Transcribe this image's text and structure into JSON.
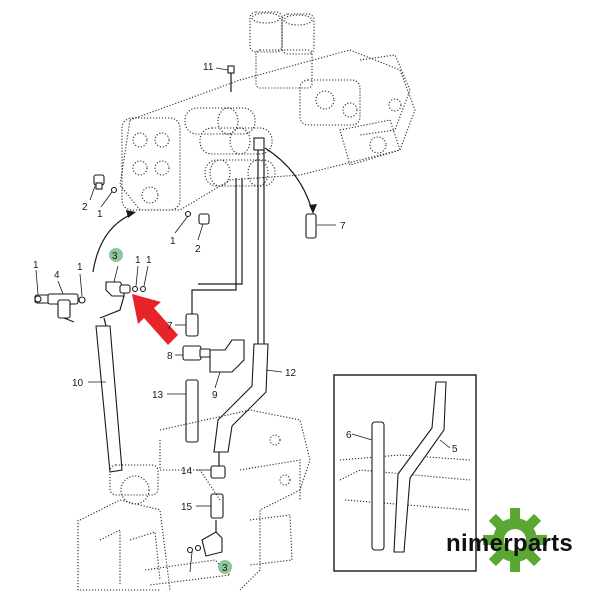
{
  "callouts": {
    "c1a": "1",
    "c1b": "1",
    "c1c": "1",
    "c1d": "1",
    "c1e": "1",
    "c1f": "1",
    "c2a": "2",
    "c2b": "2",
    "c3a": "3",
    "c3b": "3",
    "c4": "4",
    "c5": "5",
    "c6": "6",
    "c7a": "7",
    "c7b": "7",
    "c8": "8",
    "c9": "9",
    "c10": "10",
    "c11": "11",
    "c12": "12",
    "c13": "13",
    "c14": "14",
    "c15": "15"
  },
  "brand": {
    "name": "nimerparts"
  },
  "colors": {
    "highlight_arrow": "#e8232a",
    "badge": "#8fc79a",
    "gear": "#5aa832",
    "line": "#1a1a1a"
  }
}
